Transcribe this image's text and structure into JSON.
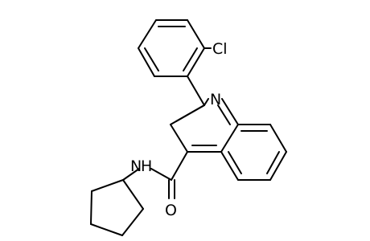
{
  "structure": {
    "atoms": {
      "cl": "Cl",
      "n_ring": "N",
      "nh": "N",
      "h": "H",
      "o": "O"
    }
  }
}
